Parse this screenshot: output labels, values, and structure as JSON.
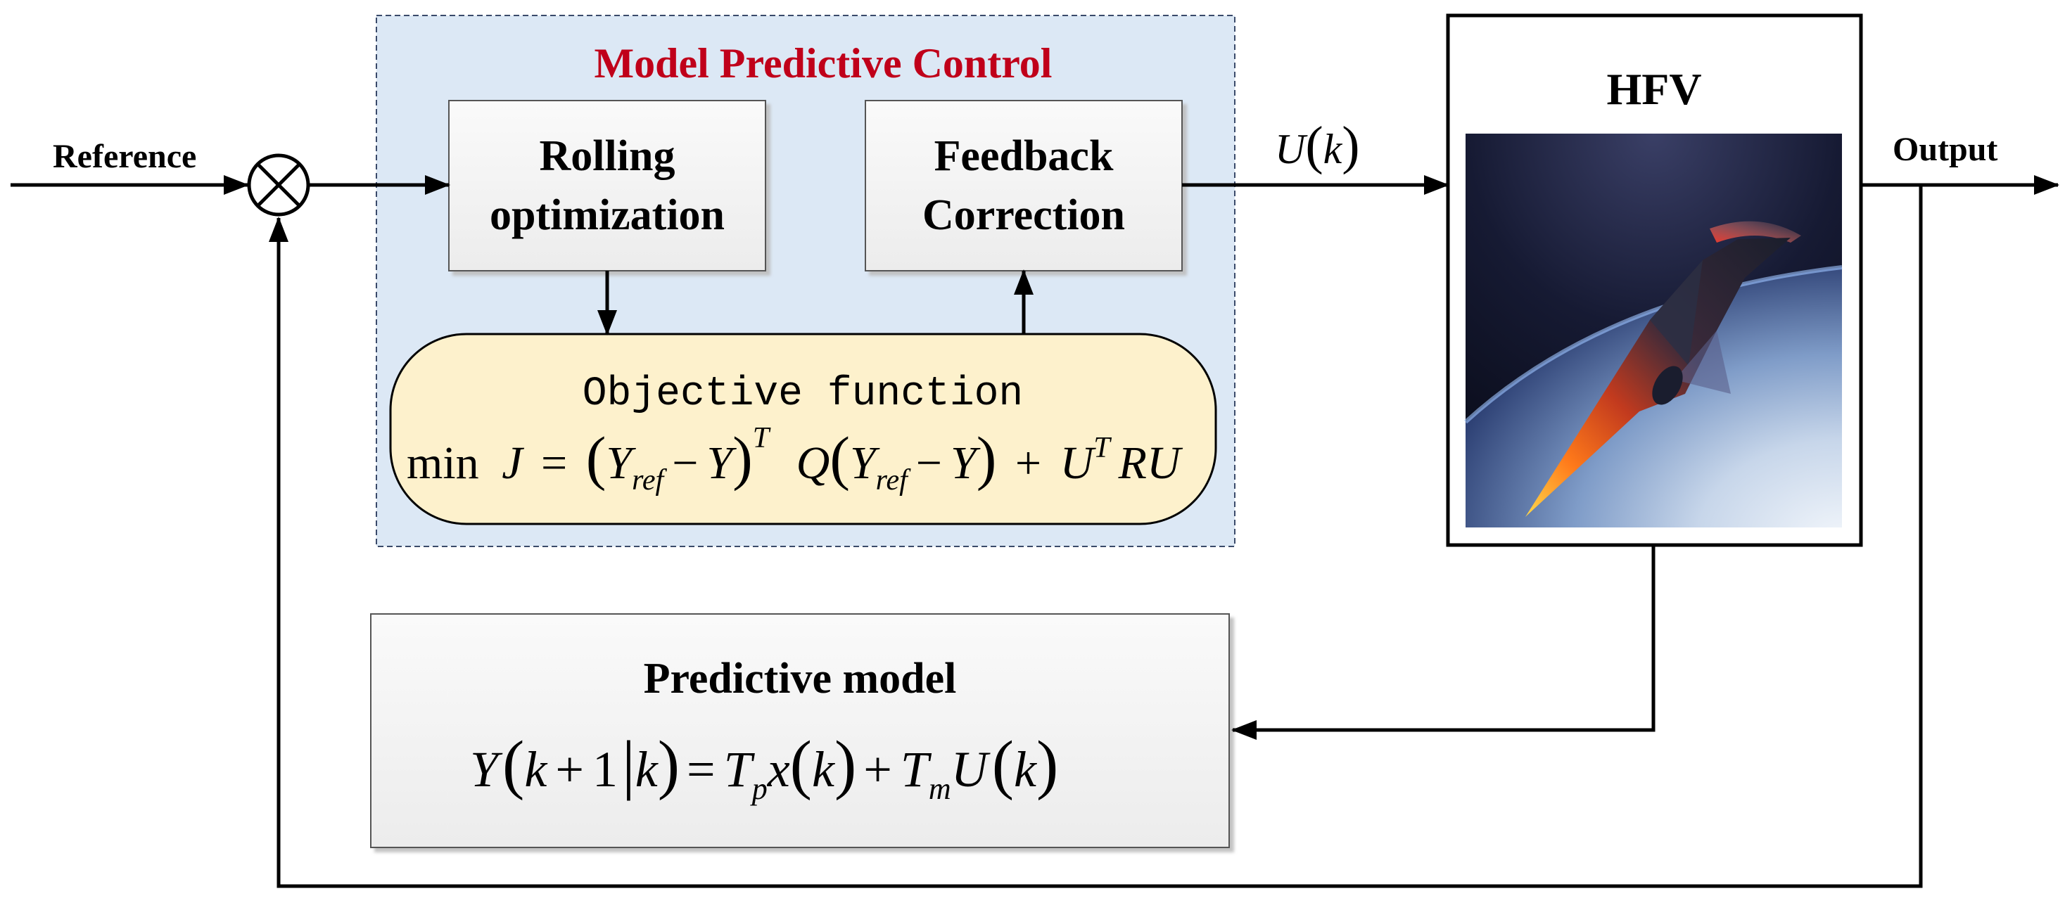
{
  "labels": {
    "reference": "Reference",
    "output": "Output",
    "u_of_k": "U(k)"
  },
  "mpc": {
    "title": "Model Predictive Control",
    "rolling_line1": "Rolling",
    "rolling_line2": "optimization",
    "feedback_line1": "Feedback",
    "feedback_line2": "Correction",
    "objective_title": "Objective function",
    "objective_formula": "min J = (Yref − Y)T Q(Yref − Y) + UT RU"
  },
  "plant": {
    "title": "HFV"
  },
  "predictive_model": {
    "title": "Predictive model",
    "formula": "Y(k + 1|k) = Tpx(k) + TmU(k)"
  },
  "colors": {
    "mpc_background": "#dce8f5",
    "mpc_title": "#c0001a",
    "objective_fill": "#fdf1cc",
    "box_fill": "#f5f5f5",
    "line": "#000000"
  }
}
